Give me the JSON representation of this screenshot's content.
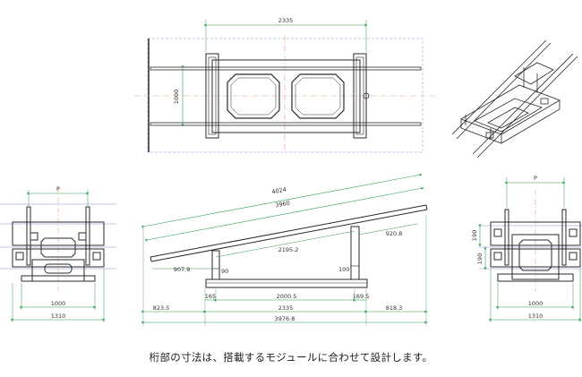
{
  "caption": "桁部の寸法は、搭載するモジュールに合わせて設計します。",
  "colors": {
    "outline": "#2a2a2a",
    "dimension": "#2e9e4f",
    "centerline": "#e6a07a",
    "guide": "#7a7ad6",
    "bg": "#ffffff"
  },
  "top_view": {
    "width_label": "2335",
    "height_label": "1000"
  },
  "iso_view": {},
  "left_view": {
    "pitch_label": "P",
    "inner_label": "1000",
    "outer_label": "1310"
  },
  "side_view": {
    "overall_diag": "4024",
    "module_diag": "3960",
    "brace_label": "2195.2",
    "rise_label": "920.8",
    "overhang_label": "907.9",
    "short_post": "90",
    "tall_post": "100",
    "left_offset": "165",
    "center_span": "2000.5",
    "right_offset": "169.5",
    "rail_length": "2335",
    "left_ext": "823.5",
    "right_ext": "818.3",
    "total_length": "3976.8"
  },
  "right_view": {
    "pitch_label": "P",
    "upper_height": "190",
    "lower_height": "190",
    "inner_label": "1000",
    "outer_label": "1310"
  }
}
